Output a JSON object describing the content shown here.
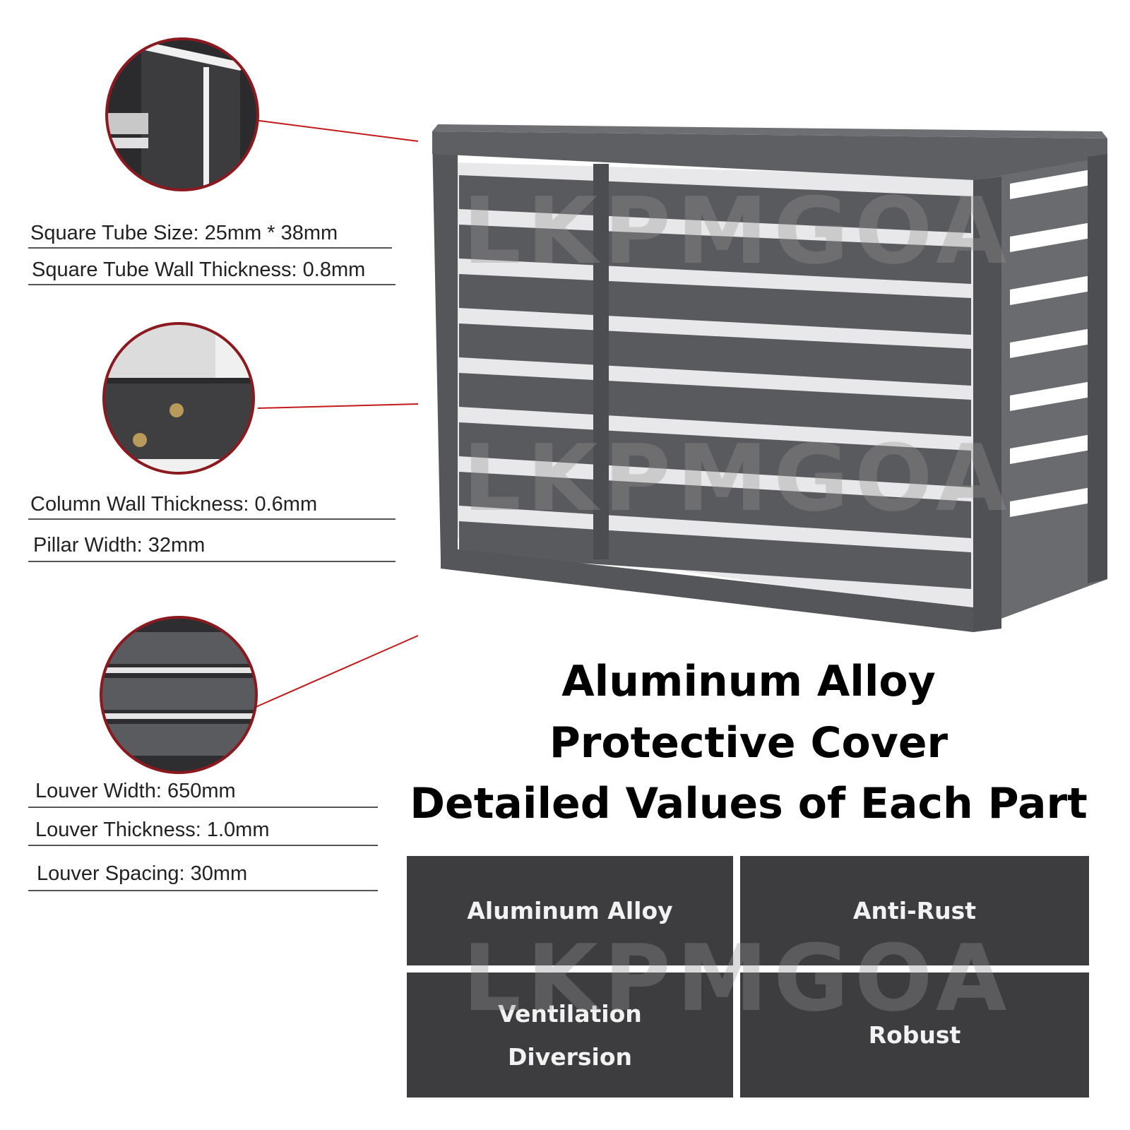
{
  "specs": {
    "square_tube_size": "Square Tube Size: 25mm * 38mm",
    "square_tube_wall": "Square Tube Wall Thickness: 0.8mm",
    "column_wall": "Column Wall Thickness: 0.6mm",
    "pillar_width": "Pillar Width: 32mm",
    "louver_width": "Louver Width: 650mm",
    "louver_thickness": "Louver Thickness: 1.0mm",
    "louver_spacing": "Louver Spacing: 30mm"
  },
  "headline": {
    "line1": "Aluminum Alloy",
    "line2": "Protective Cover",
    "line3": "Detailed Values of Each Part"
  },
  "features": {
    "aluminum": "Aluminum Alloy",
    "anti_rust": "Anti-Rust",
    "ventilation_line1": "Ventilation",
    "ventilation_line2": "Diversion",
    "robust": "Robust"
  },
  "watermark": "LKPMGOA",
  "colors": {
    "cover_gray": "#5a5b5f",
    "cell_bg": "#3d3d3f",
    "callout_line": "#c21a1a"
  }
}
